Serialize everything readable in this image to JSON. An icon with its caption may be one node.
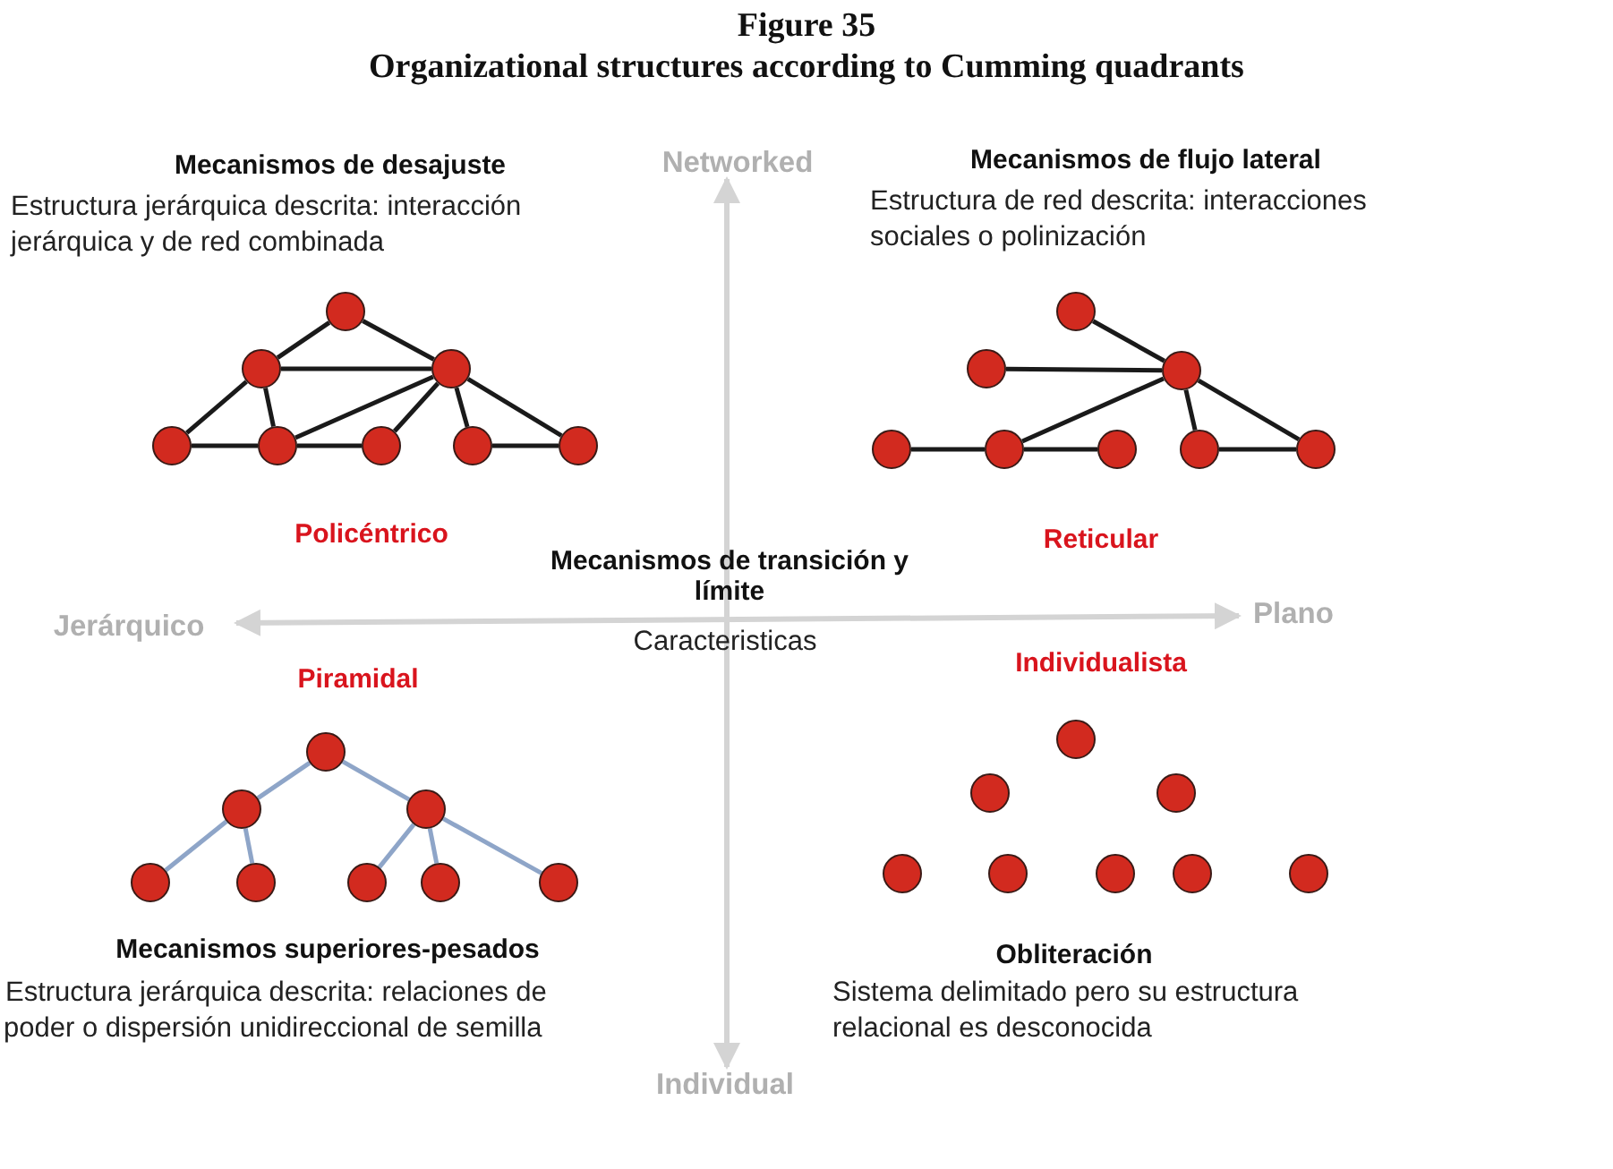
{
  "diagram": {
    "title": "Organizational structures according to Cumming quadrants",
    "nodes": [
      {
        "text": [],
        "shape": "circle"
      },
      {
        "text": [],
        "shape": "circle"
      },
      {
        "text": [],
        "shape": "circle"
      },
      {
        "text": [],
        "shape": "circle"
      },
      {
        "text": [],
        "shape": "circle"
      },
      {
        "text": [],
        "shape": "circle"
      },
      {
        "text": [],
        "shape": "circle"
      },
      {
        "text": [],
        "shape": "circle"
      },
      {
        "text": [],
        "shape": "circle"
      },
      {
        "text": [],
        "shape": "circle"
      },
      {
        "text": [],
        "shape": "circle"
      },
      {
        "text": [],
        "shape": "circle"
      },
      {
        "text": [],
        "shape": "circle"
      },
      {
        "text": [],
        "shape": "circle"
      },
      {
        "text": [],
        "shape": "circle"
      },
      {
        "text": [],
        "shape": "circle"
      },
      {
        "text": [],
        "shape": "circle"
      },
      {
        "text": [],
        "shape": "circle"
      },
      {
        "text": [],
        "shape": "circle"
      },
      {
        "text": [],
        "shape": "circle"
      },
      {
        "text": [],
        "shape": "circle"
      },
      {
        "text": [],
        "shape": "circle"
      },
      {
        "text": [],
        "shape": "circle"
      },
      {
        "text": [],
        "shape": "circle"
      },
      {
        "text": [],
        "shape": "circle"
      },
      {
        "text": [],
        "shape": "circle"
      },
      {
        "text": [],
        "shape": "circle"
      },
      {
        "text": [],
        "shape": "circle"
      },
      {
        "text": [],
        "shape": "circle"
      },
      {
        "text": [],
        "shape": "circle"
      },
      {
        "text": [],
        "shape": "circle"
      },
      {
        "text": [],
        "shape": "circle"
      }
    ],
    "edges": [
      {
        "from": 0,
        "to": 1,
        "arrow": "none"
      },
      {
        "from": 0,
        "to": 2,
        "arrow": "none"
      },
      {
        "from": 1,
        "to": 2,
        "arrow": "none"
      },
      {
        "from": 1,
        "to": 3,
        "arrow": "none"
      },
      {
        "from": 1,
        "to": 4,
        "arrow": "none"
      },
      {
        "from": 2,
        "to": 4,
        "arrow": "none"
      },
      {
        "from": 2,
        "to": 5,
        "arrow": "none"
      },
      {
        "from": 2,
        "to": 6,
        "arrow": "none"
      },
      {
        "from": 2,
        "to": 7,
        "arrow": "none"
      },
      {
        "from": 3,
        "to": 4,
        "arrow": "none"
      },
      {
        "from": 4,
        "to": 5,
        "arrow": "none"
      },
      {
        "from": 6,
        "to": 7,
        "arrow": "none"
      },
      {
        "from": 8,
        "to": 10,
        "arrow": "none"
      },
      {
        "from": 9,
        "to": 10,
        "arrow": "none"
      },
      {
        "from": 10,
        "to": 12,
        "arrow": "none"
      },
      {
        "from": 10,
        "to": 14,
        "arrow": "none"
      },
      {
        "from": 10,
        "to": 15,
        "arrow": "none"
      },
      {
        "from": 11,
        "to": 12,
        "arrow": "none"
      },
      {
        "from": 12,
        "to": 13,
        "arrow": "none"
      },
      {
        "from": 14,
        "to": 15,
        "arrow": "none"
      },
      {
        "from": 16,
        "to": 17,
        "arrow": "none",
        "color": "#8ea5c8"
      },
      {
        "from": 16,
        "to": 18,
        "arrow": "none",
        "color": "#8ea5c8"
      },
      {
        "from": 17,
        "to": 19,
        "arrow": "none",
        "color": "#8ea5c8"
      },
      {
        "from": 17,
        "to": 20,
        "arrow": "none",
        "color": "#8ea5c8"
      },
      {
        "from": 18,
        "to": 21,
        "arrow": "none",
        "color": "#8ea5c8"
      },
      {
        "from": 18,
        "to": 22,
        "arrow": "none",
        "color": "#8ea5c8"
      },
      {
        "from": 18,
        "to": 23,
        "arrow": "none",
        "color": "#8ea5c8"
      }
    ],
    "labels": [
      "Figure 35",
      "Mecanismos de desajuste",
      "Estructura jerárquica descrita: interacción jerárquica y de red combinada",
      "Networked",
      "Mecanismos de flujo lateral",
      "Estructura de red descrita: interacciones sociales o polinización",
      "Policéntrico",
      "Reticular",
      "Mecanismos de transición y límite",
      "Jerárquico",
      "Plano",
      "Caracteristicas",
      "Piramidal",
      "Individualista",
      "Mecanismos superiores-pesados",
      "Estructura jerárquica descrita: relaciones de poder o dispersión unidireccional de semilla",
      "Obliteración",
      "Sistema delimitado pero su estructura relacional es desconocida",
      "Individual"
    ]
  }
}
